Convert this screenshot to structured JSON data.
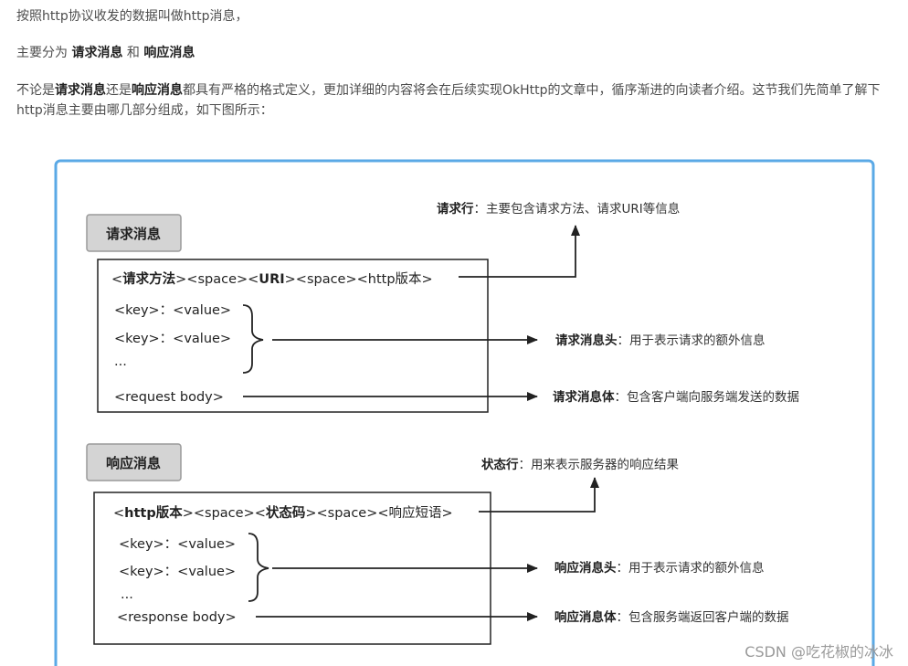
{
  "intro": {
    "line1": "按照http协议收发的数据叫做http消息，",
    "line2_prefix": "主要分为 ",
    "line2_req": "请求消息",
    "line2_and": " 和 ",
    "line2_resp": "响应消息",
    "para3_a": "不论是",
    "para3_req": "请求消息",
    "para3_b": "还是",
    "para3_resp": "响应消息",
    "para3_c": "都具有严格的格式定义，更加详细的内容将会在后续实现OkHttp的文章中，循序渐进的向读者介绍。这节我们先简单了解下http消息主要由哪几部分组成，如下图所示："
  },
  "figure": {
    "request": {
      "tag": "请求消息",
      "line_open": "<",
      "line_method": "请求方法",
      "line_mid1": "><space><",
      "line_uri": "URI",
      "line_rest": "><space><http版本>",
      "kv1": "<key>：<value>",
      "kv2": "<key>：<value>",
      "ellipsis": "...",
      "body": "<request body>",
      "note_line_bold": "请求行",
      "note_line": "：主要包含请求方法、请求URI等信息",
      "note_head_bold": "请求消息头",
      "note_head": "：用于表示请求的额外信息",
      "note_body_bold": "请求消息体",
      "note_body": "：包含客户端向服务端发送的数据"
    },
    "response": {
      "tag": "响应消息",
      "line_open": "<",
      "line_version": "http版本",
      "line_mid1": "><space><",
      "line_status": "状态码",
      "line_rest": "><space><响应短语>",
      "kv1": "<key>：<value>",
      "kv2": "<key>：<value>",
      "ellipsis": "...",
      "body": "<response body>",
      "note_line_bold": "状态行",
      "note_line": "：用来表示服务器的响应结果",
      "note_head_bold": "响应消息头",
      "note_head": "：用于表示请求的额外信息",
      "note_body_bold": "响应消息体",
      "note_body": "：包含服务端返回客户端的数据"
    }
  },
  "watermark": "CSDN @吃花椒的冰冰",
  "colors": {
    "frame_border": "#5aa9e6",
    "tag_fill": "#d4d4d4",
    "tag_border": "#9a9a9a"
  }
}
